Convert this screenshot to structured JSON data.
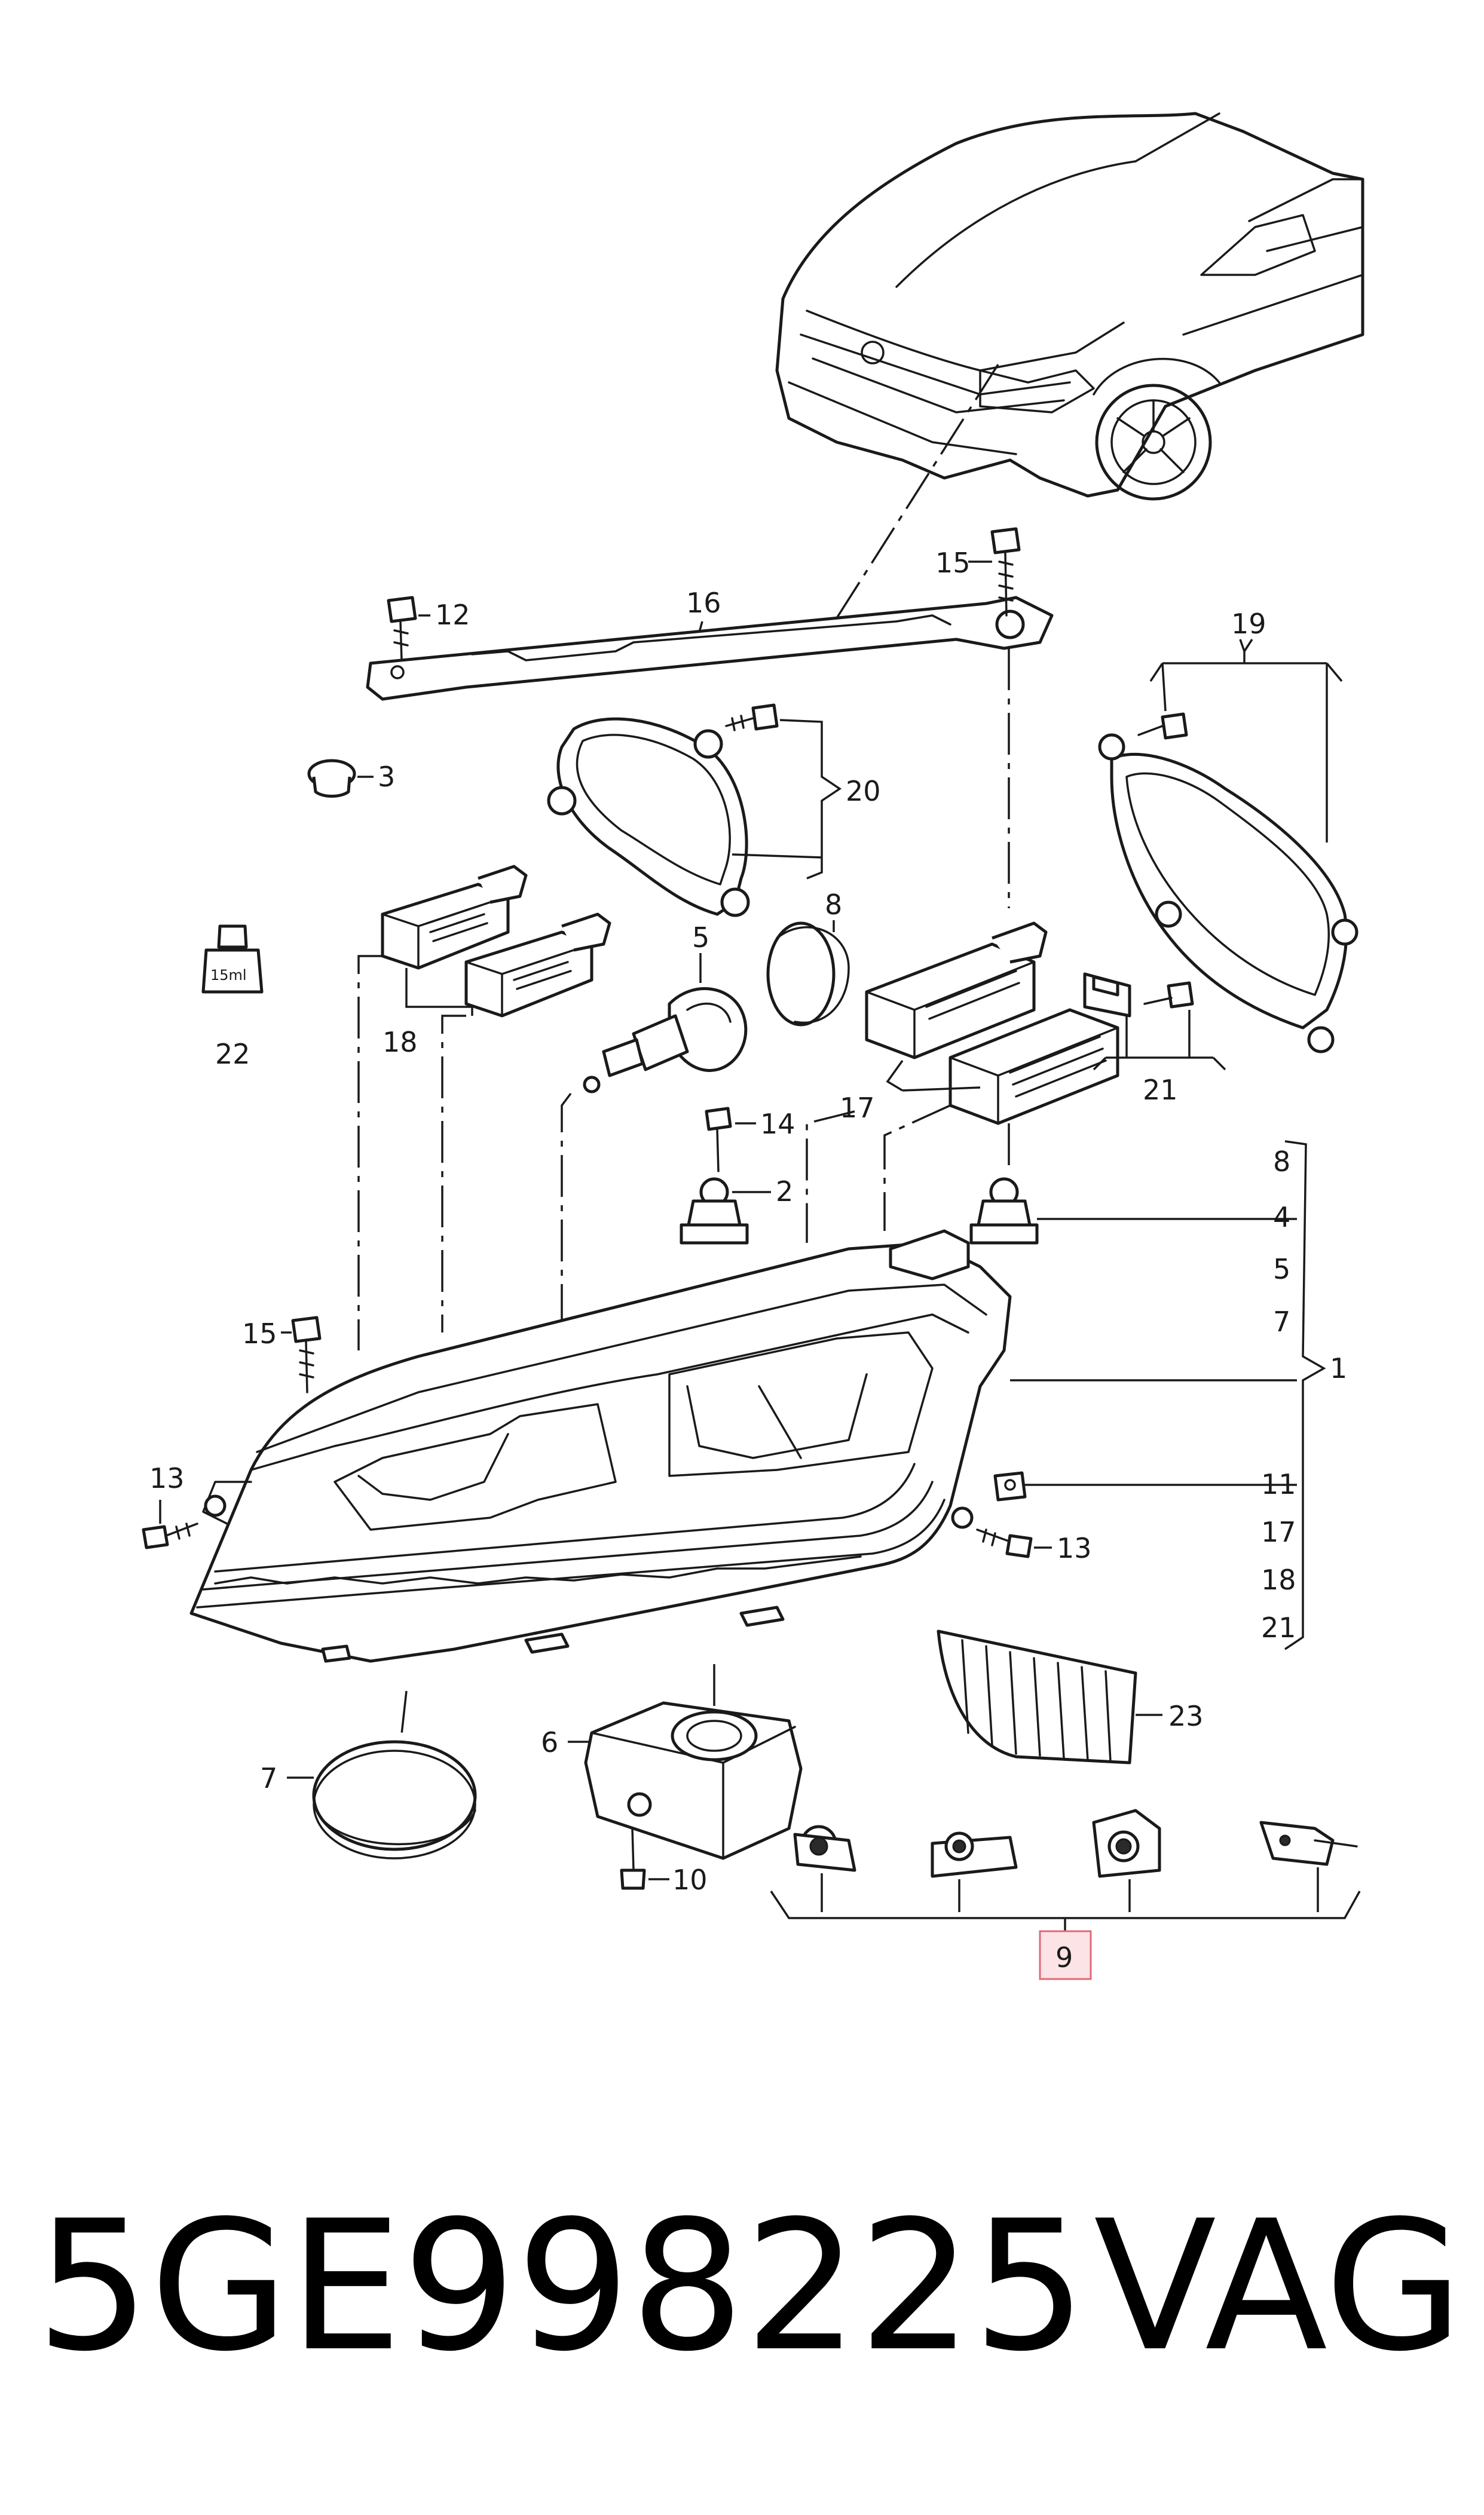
{
  "part_number": "5GE998225",
  "brand": "VAG",
  "labels": {
    "l1": "1",
    "l2": "2",
    "l3": "3",
    "l4": "4",
    "l5": "5",
    "l6": "6",
    "l7": "7",
    "l8": "8",
    "l9": "9",
    "l10": "10",
    "l12": "12",
    "l14": "14",
    "l16": "16",
    "l19": "19",
    "l20": "20",
    "l22": "22",
    "l23": "23",
    "l15_top": "15",
    "l15_left": "15",
    "l13_left": "13",
    "l13_right": "13",
    "l18_left": "18",
    "l17_mid": "17",
    "l21_right": "21"
  },
  "bracket_list": [
    "8",
    "4",
    "5",
    "7",
    "11",
    "17",
    "18",
    "21"
  ],
  "vial_text": "15ml",
  "highlight_color": "#fbe3e6"
}
